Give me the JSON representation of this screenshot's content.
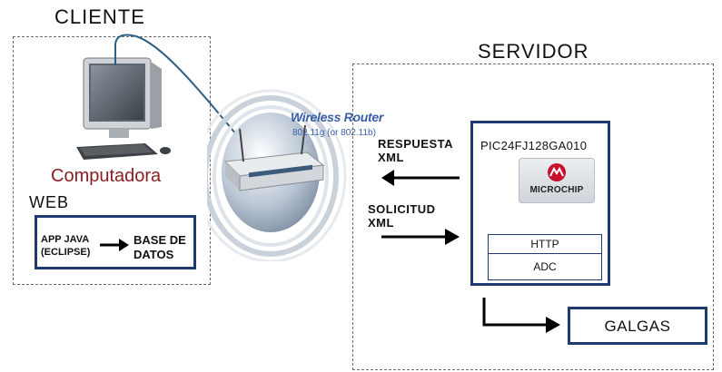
{
  "cliente": {
    "title": "CLIENTE",
    "computer_label": "Computadora",
    "web_label": "WEB",
    "app_box": {
      "app_line1": "APP JAVA",
      "app_line2": "(ECLIPSE)",
      "db_line1": "BASE DE",
      "db_line2": "DATOS"
    }
  },
  "router": {
    "name": "Wireless Router",
    "spec": "802.11g (or 802.11b)"
  },
  "messages": {
    "response_line1": "RESPUESTA",
    "response_line2": "XML",
    "request_line1": "SOLICITUD",
    "request_line2": "XML"
  },
  "servidor": {
    "title": "SERVIDOR",
    "chip": "PIC24FJ128GA010",
    "logo_text": "MICROCHIP",
    "modules": [
      "HTTP",
      "ADC"
    ],
    "galgas": "GALGAS"
  },
  "colors": {
    "navy": "#1f3a6e",
    "router_title_blue": "#3a5fa8",
    "computadora_red": "#8a1f24",
    "microchip_red": "#c8102e"
  }
}
